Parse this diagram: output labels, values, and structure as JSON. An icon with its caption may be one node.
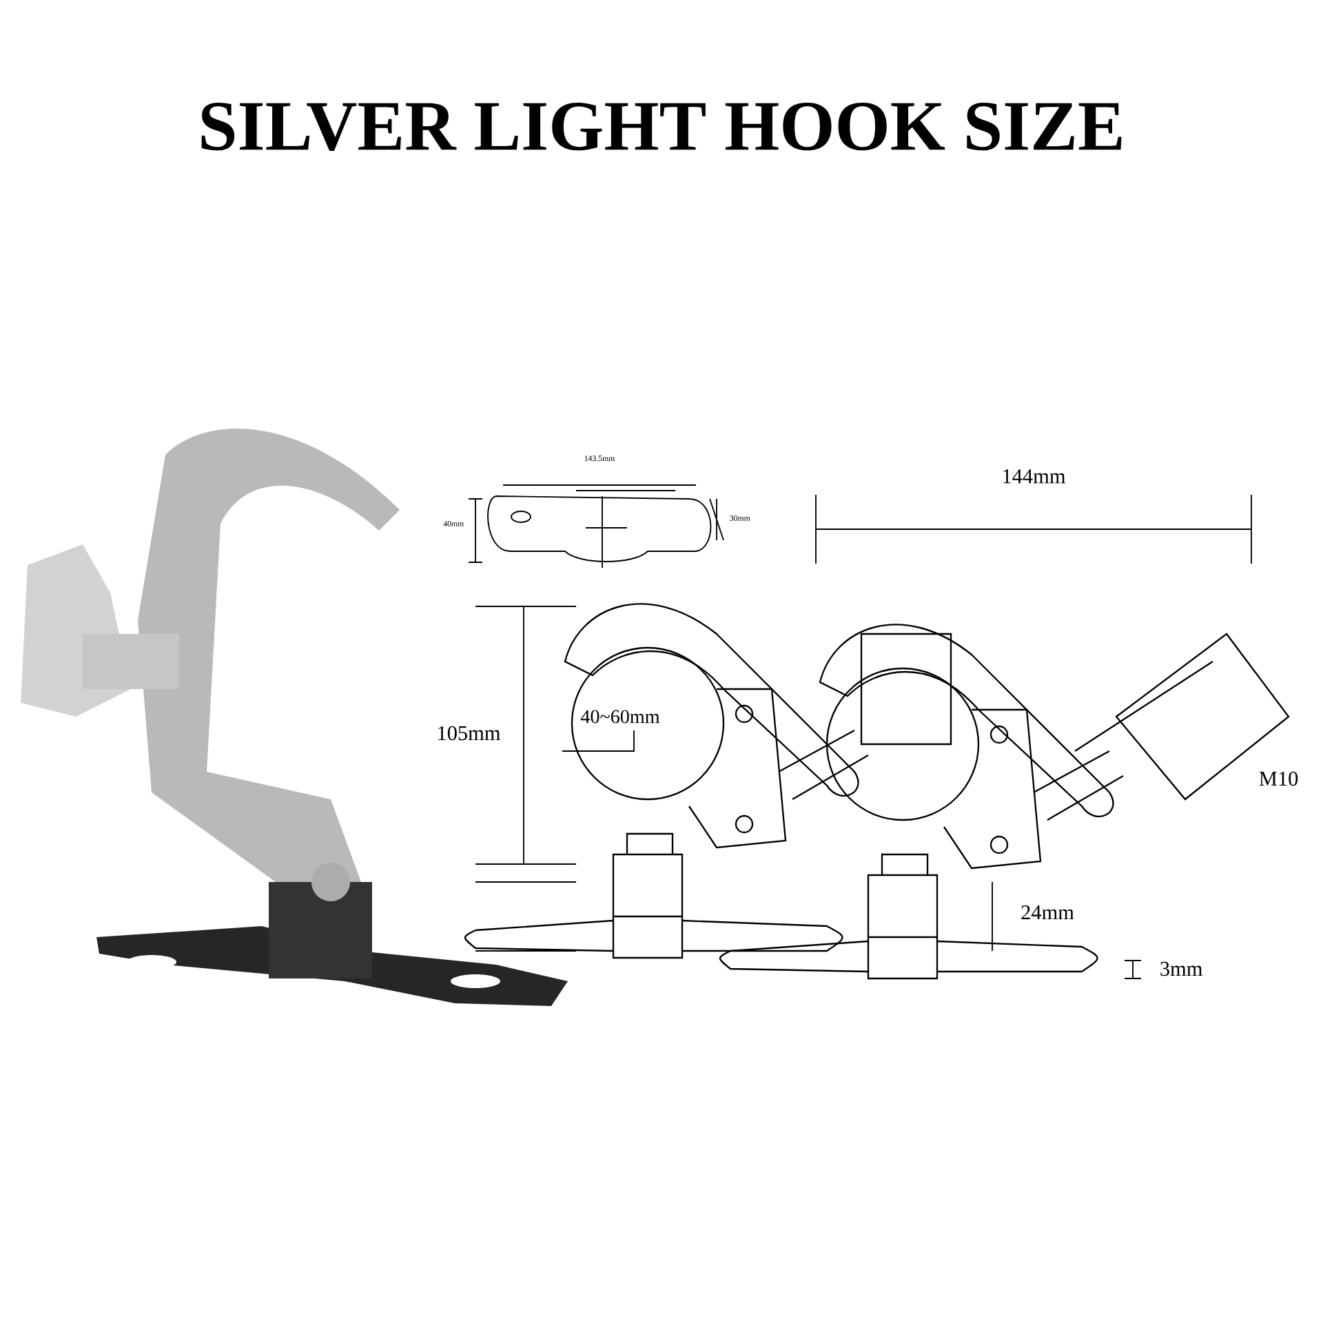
{
  "diagram": {
    "title": "SILVER LIGHT HOOK SIZE",
    "labels": [
      "143.5mm",
      "40mm",
      "30mm",
      "144mm",
      "M10",
      "105mm",
      "40~60mm",
      "24mm",
      "3mm"
    ]
  }
}
